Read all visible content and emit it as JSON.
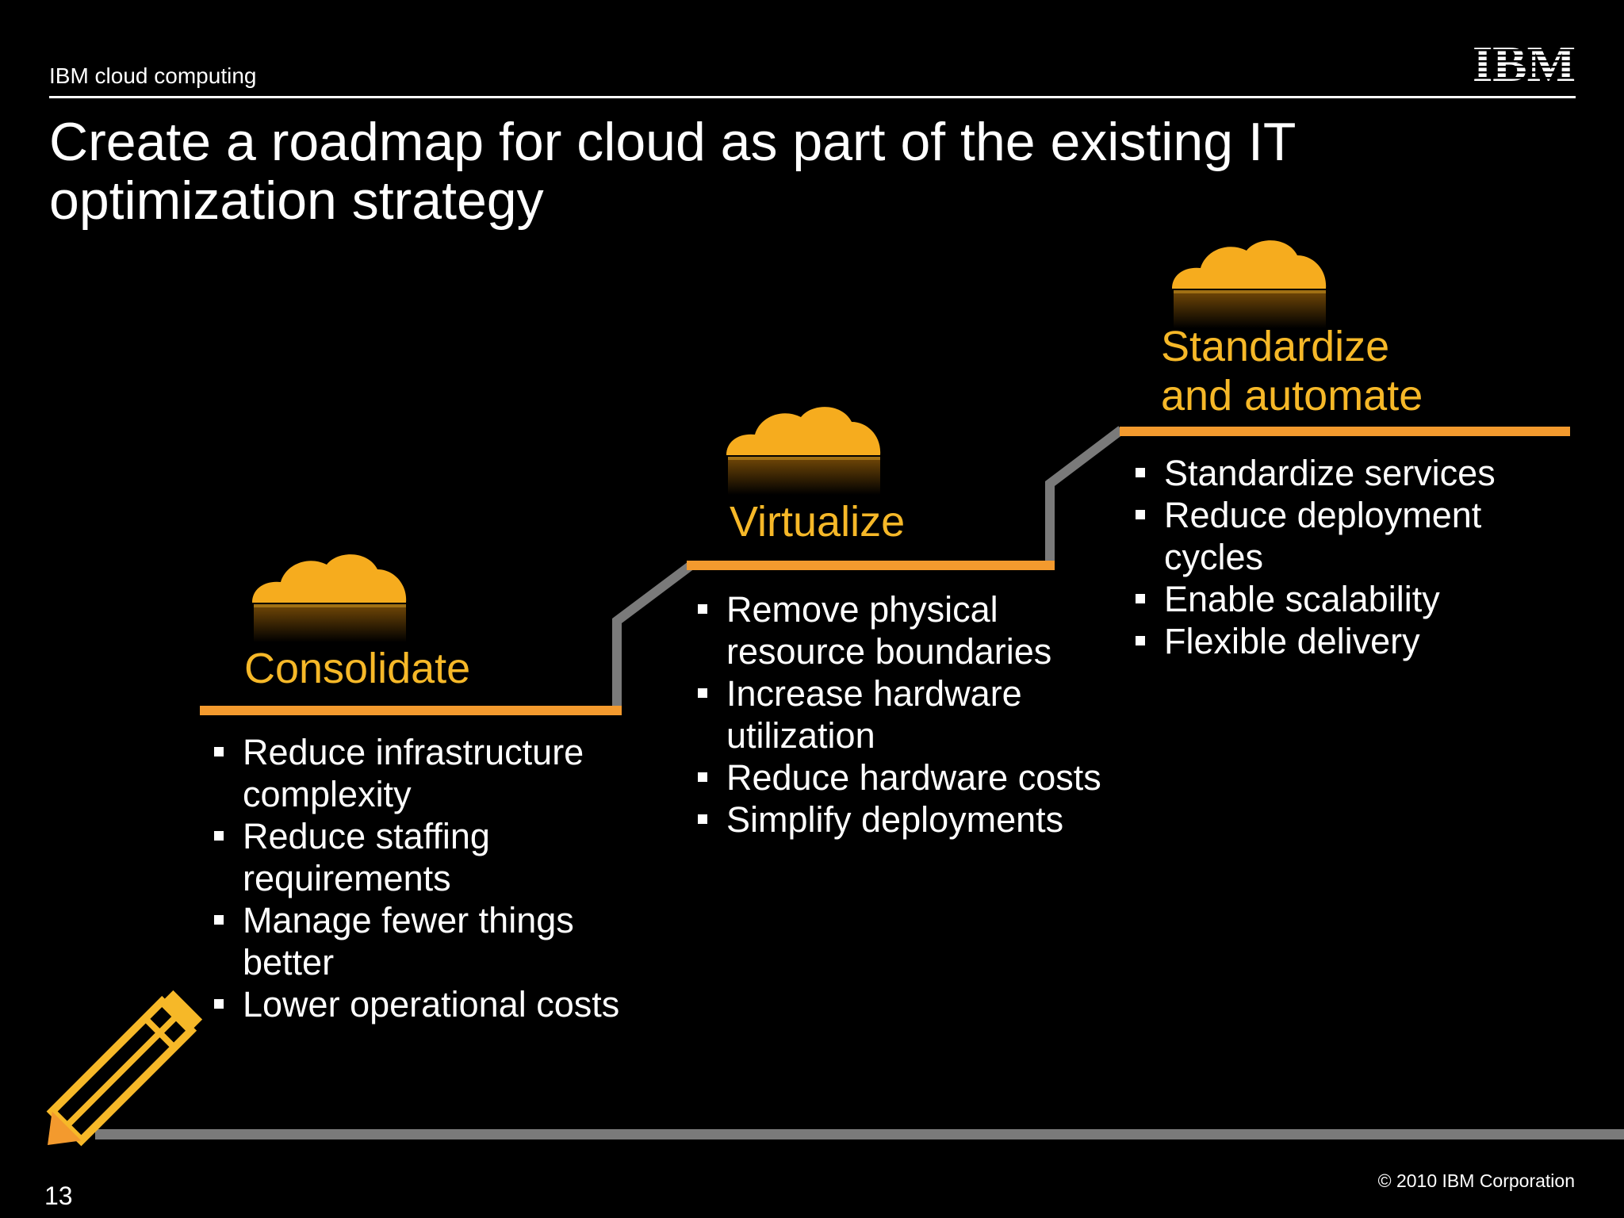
{
  "header": {
    "label": "IBM cloud computing",
    "logo_text": "IBM"
  },
  "title": "Create a roadmap for cloud as part of the existing IT optimization strategy",
  "steps": [
    {
      "title": "Consolidate",
      "bullets": [
        "Reduce infrastructure complexity",
        "Reduce staffing requirements",
        "Manage fewer things better",
        "Lower operational costs"
      ]
    },
    {
      "title": "Virtualize",
      "bullets": [
        "Remove physical resource boundaries",
        "Increase hardware utilization",
        "Reduce hardware costs",
        "Simplify deployments"
      ]
    },
    {
      "title_lines": [
        "Standardize",
        "and automate"
      ],
      "bullets": [
        "Standardize services",
        "Reduce deployment cycles",
        "Enable scalability",
        "Flexible delivery"
      ]
    }
  ],
  "icons": {
    "step_marker": "cloud-icon",
    "bottom_left": "pencil-icon"
  },
  "colors": {
    "background": "#000000",
    "accent_orange": "#f39a2e",
    "cloud_yellow": "#f6ac1e",
    "step_title": "#f6b828",
    "connector_gray": "#7a7a7a"
  },
  "footer": {
    "page_number": "13",
    "copyright": "© 2010 IBM Corporation"
  }
}
